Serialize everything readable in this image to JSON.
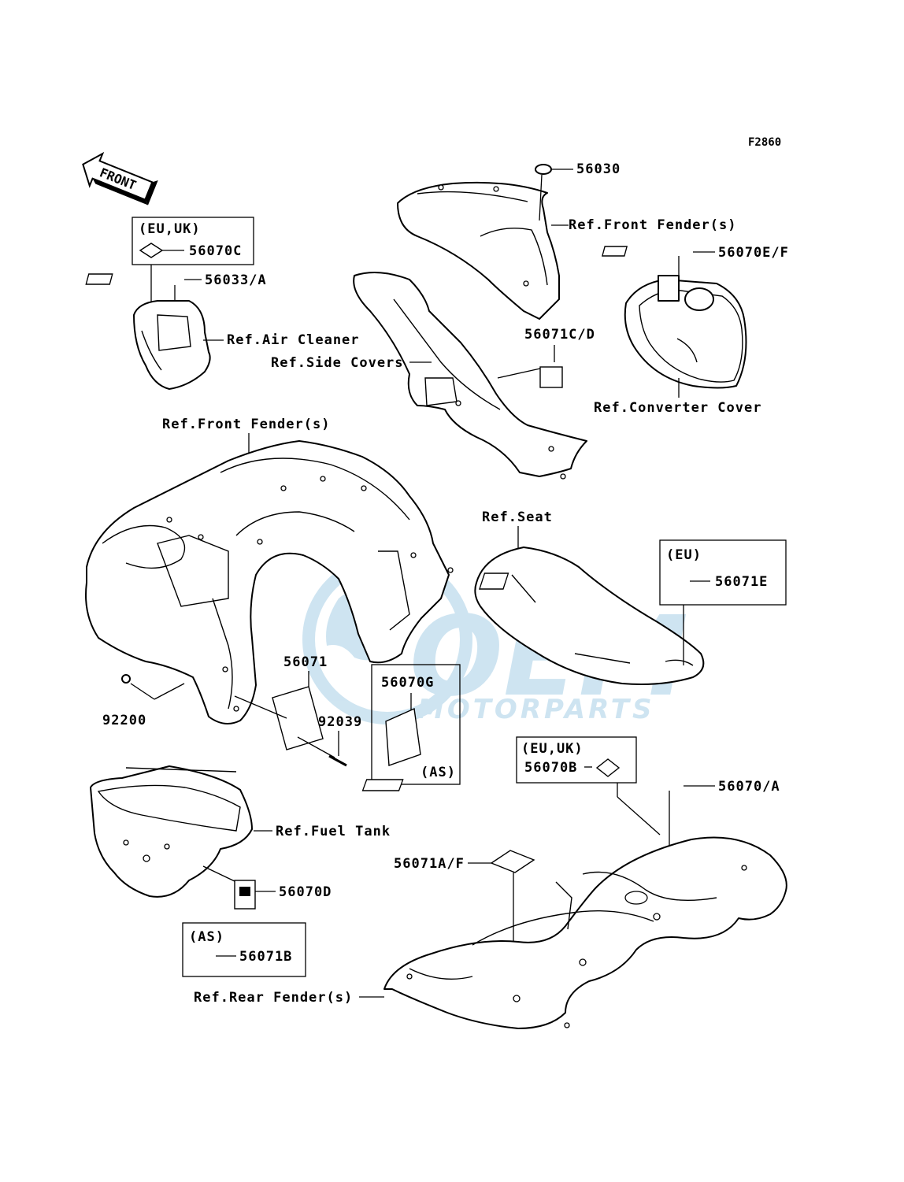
{
  "diagram_code": "F2860",
  "front_arrow": "FRONT",
  "watermark": {
    "brand_big": "OEM",
    "brand_small": "MOTORPARTS",
    "color": "#a7cfe6"
  },
  "labels": {
    "p56030": "56030",
    "ref_front_fender_top": "Ref.Front Fender(s)",
    "p56070ef": "56070E/F",
    "eu_uk_1": "(EU,UK)",
    "p56070c": "56070C",
    "p56033a": "56033/A",
    "ref_air_cleaner": "Ref.Air Cleaner",
    "ref_side_covers": "Ref.Side Covers",
    "p56071cd": "56071C/D",
    "ref_converter_cover": "Ref.Converter Cover",
    "ref_front_fender_main": "Ref.Front Fender(s)",
    "ref_seat": "Ref.Seat",
    "eu": "(EU)",
    "p56071e": "56071E",
    "p56071": "56071",
    "p56070g": "56070G",
    "as_1": "(AS)",
    "p92200": "92200",
    "p92039": "92039",
    "eu_uk_2": "(EU,UK)",
    "p56070b": "56070B",
    "p56070a": "56070/A",
    "ref_fuel_tank": "Ref.Fuel Tank",
    "p56071af": "56071A/F",
    "p56070d": "56070D",
    "as_2": "(AS)",
    "p56071b": "56071B",
    "ref_rear_fender": "Ref.Rear Fender(s)"
  }
}
